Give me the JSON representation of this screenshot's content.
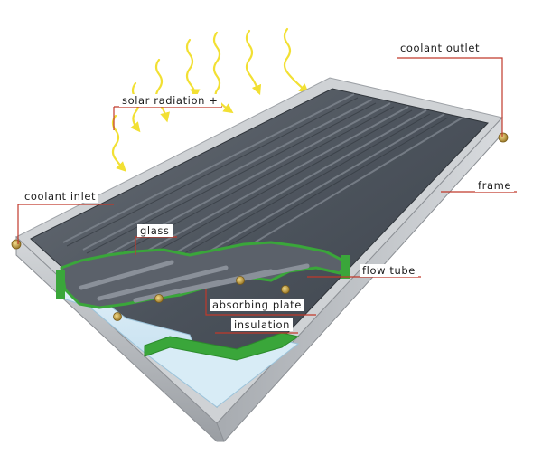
{
  "labels": {
    "solar_radiation": "solar radiation +",
    "coolant_outlet": "coolant outlet",
    "coolant_inlet": "coolant inlet",
    "frame": "frame",
    "glass": "glass",
    "flow_tube": "flow tube",
    "absorbing_plate": "absorbing plate",
    "insulation": "insulation"
  },
  "colors": {
    "leader_line": "#c0392b",
    "sun_ray": "#f2e033",
    "frame": "#b9bcc0",
    "glass_plate": "#4e5560",
    "insulation_green": "#3aa63a",
    "insulation_fill": "#cfe6f3",
    "pipe_fitting": "#c9a24a"
  },
  "icons": {
    "sun_ray": "wavy-arrow-icon",
    "pipe_fitting": "brass-fitting-icon"
  }
}
